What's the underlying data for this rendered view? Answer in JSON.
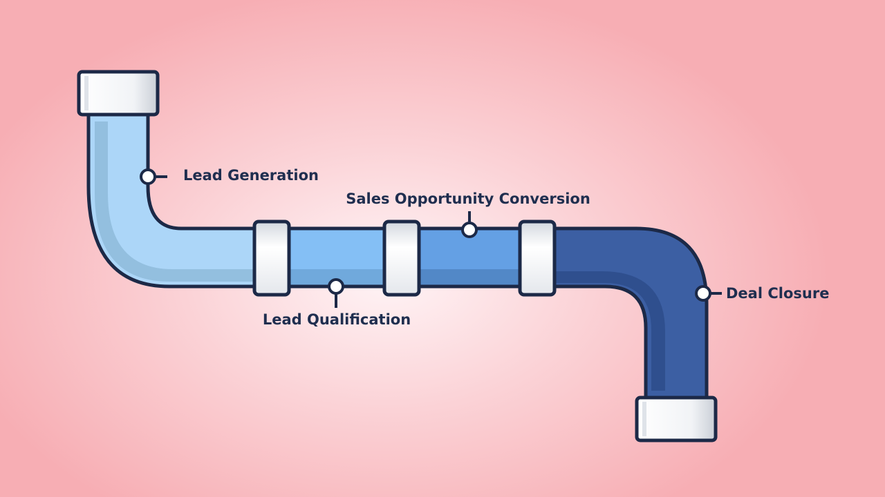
{
  "diagram": {
    "stages": [
      {
        "label": "Lead Generation",
        "color": "#acd6f8"
      },
      {
        "label": "Lead Qualification",
        "color": "#84bff5"
      },
      {
        "label": "Sales Opportunity Conversion",
        "color": "#64a0e4"
      },
      {
        "label": "Deal Closure",
        "color": "#3c5fa3"
      }
    ],
    "colors": {
      "outline": "#1c2947",
      "fitting": "#f1f3f6",
      "background_center": "#fff4f6",
      "background_edge": "#f7aeb4"
    }
  }
}
